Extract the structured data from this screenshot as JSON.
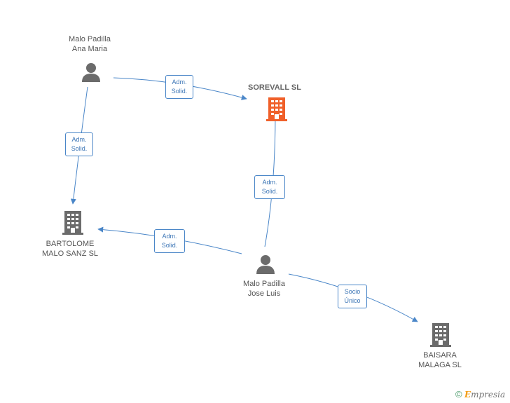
{
  "nodes": {
    "ana_maria": {
      "line1": "Malo Padilla",
      "line2": "Ana Maria"
    },
    "sorevall": {
      "line1": "SOREVALL SL"
    },
    "bartolome": {
      "line1": "BARTOLOME",
      "line2": "MALO SANZ SL"
    },
    "jose_luis": {
      "line1": "Malo Padilla",
      "line2": "Jose Luis"
    },
    "baisara": {
      "line1": "BAISARA",
      "line2": "MALAGA  SL"
    }
  },
  "edges": {
    "ana_sorevall": {
      "line1": "Adm.",
      "line2": "Solid."
    },
    "ana_bartolome": {
      "line1": "Adm.",
      "line2": "Solid."
    },
    "jose_sorevall": {
      "line1": "Adm.",
      "line2": "Solid."
    },
    "jose_bartolome": {
      "line1": "Adm.",
      "line2": "Solid."
    },
    "jose_baisara": {
      "line1": "Socio",
      "line2": "Único"
    }
  },
  "colors": {
    "edge": "#4a86c8",
    "person_icon": "#6b6b6b",
    "company_icon": "#6b6b6b",
    "focus_company_icon": "#f0602a"
  },
  "icons": {
    "person": "person-icon",
    "company": "building-icon"
  },
  "watermark": {
    "copyright": "©",
    "brand_initial": "E",
    "brand_rest": "mpresia"
  }
}
